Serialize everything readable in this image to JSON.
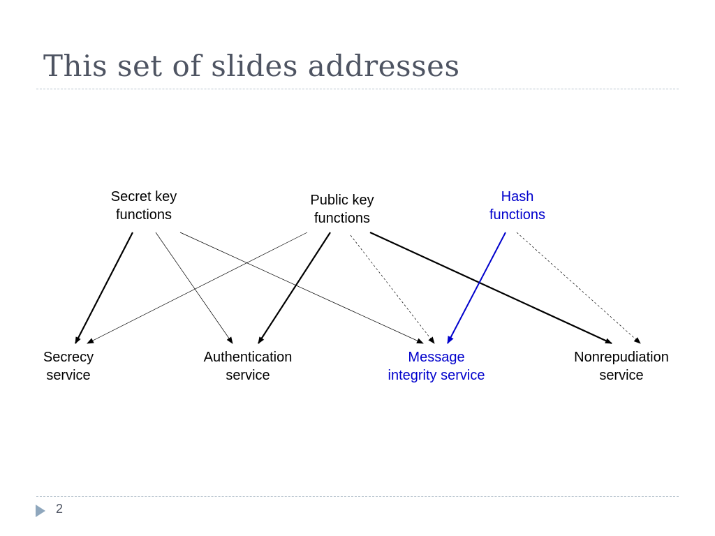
{
  "slide": {
    "title": "This set of slides addresses",
    "page_number": "2"
  },
  "colors": {
    "title": "#4e5462",
    "rule": "#b7c3cd",
    "hash_blue": "#0000cc",
    "footer_arrow": "#8fa7bd"
  },
  "diagram": {
    "sources": {
      "secret": {
        "line1": "Secret key",
        "line2": "functions"
      },
      "public": {
        "line1": "Public key",
        "line2": "functions"
      },
      "hash": {
        "line1": "Hash",
        "line2": "functions"
      }
    },
    "targets": {
      "secrecy": {
        "line1": "Secrecy",
        "line2": "service"
      },
      "authentication": {
        "line1": "Authentication",
        "line2": "service"
      },
      "integrity": {
        "line1": "Message",
        "line2": "integrity service"
      },
      "nonrepudiation": {
        "line1": "Nonrepudiation",
        "line2": "service"
      }
    },
    "edges": [
      {
        "from": "secret",
        "to": "secrecy",
        "style": "thick"
      },
      {
        "from": "secret",
        "to": "authentication",
        "style": "thin"
      },
      {
        "from": "secret",
        "to": "integrity",
        "style": "thin"
      },
      {
        "from": "public",
        "to": "secrecy",
        "style": "thin"
      },
      {
        "from": "public",
        "to": "authentication",
        "style": "thick"
      },
      {
        "from": "public",
        "to": "integrity",
        "style": "dotted"
      },
      {
        "from": "public",
        "to": "nonrepudiation",
        "style": "thick"
      },
      {
        "from": "hash",
        "to": "integrity",
        "style": "blue"
      },
      {
        "from": "hash",
        "to": "nonrepudiation",
        "style": "dotted"
      }
    ]
  }
}
